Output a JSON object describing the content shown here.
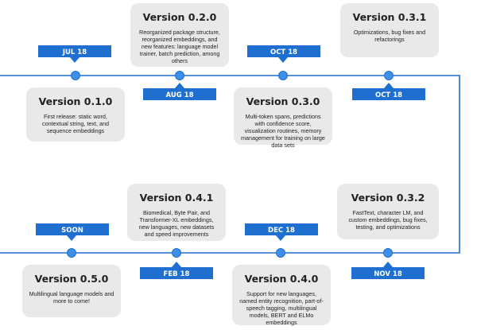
{
  "releases": [
    {
      "version": "Version 0.1.0",
      "date": "JUL 18",
      "description": "First release: static word, contextual string, text, and sequence embeddings"
    },
    {
      "version": "Version 0.2.0",
      "date": "AUG 18",
      "description": "Reorganized package structure, reorganized embeddings, and new features: language model trainer, batch prediction, among others"
    },
    {
      "version": "Version 0.3.0",
      "date": "OCT 18",
      "description": "Multi-token spans, predictions with confidence score, visualization routines, memory management for training on large data sets"
    },
    {
      "version": "Version 0.3.1",
      "date": "OCT 18",
      "description": "Optimizations, bug fixes and refactorings"
    },
    {
      "version": "Version 0.3.2",
      "date": "NOV 18",
      "description": "FastText, character LM, and custom embeddings, bug fixes, testing, and optimizations"
    },
    {
      "version": "Version 0.4.0",
      "date": "DEC 18",
      "description": "Support for new languages, named entity recognition, part-of-speech tagging, multilingual models, BERT and ELMo embeddings"
    },
    {
      "version": "Version 0.4.1",
      "date": "FEB 18",
      "description": "Biomedical, Byte Pair, and Transformer-XL embeddings, new languages, new datasets and speed improvements"
    },
    {
      "version": "Version 0.5.0",
      "date": "SOON",
      "description": "Multilingual language models and more to come!"
    }
  ],
  "colors": {
    "line": "#1f6fd1",
    "node": "#3d8fe8",
    "label_bg": "#1f6fd1",
    "card_bg": "#e9e9e9"
  }
}
